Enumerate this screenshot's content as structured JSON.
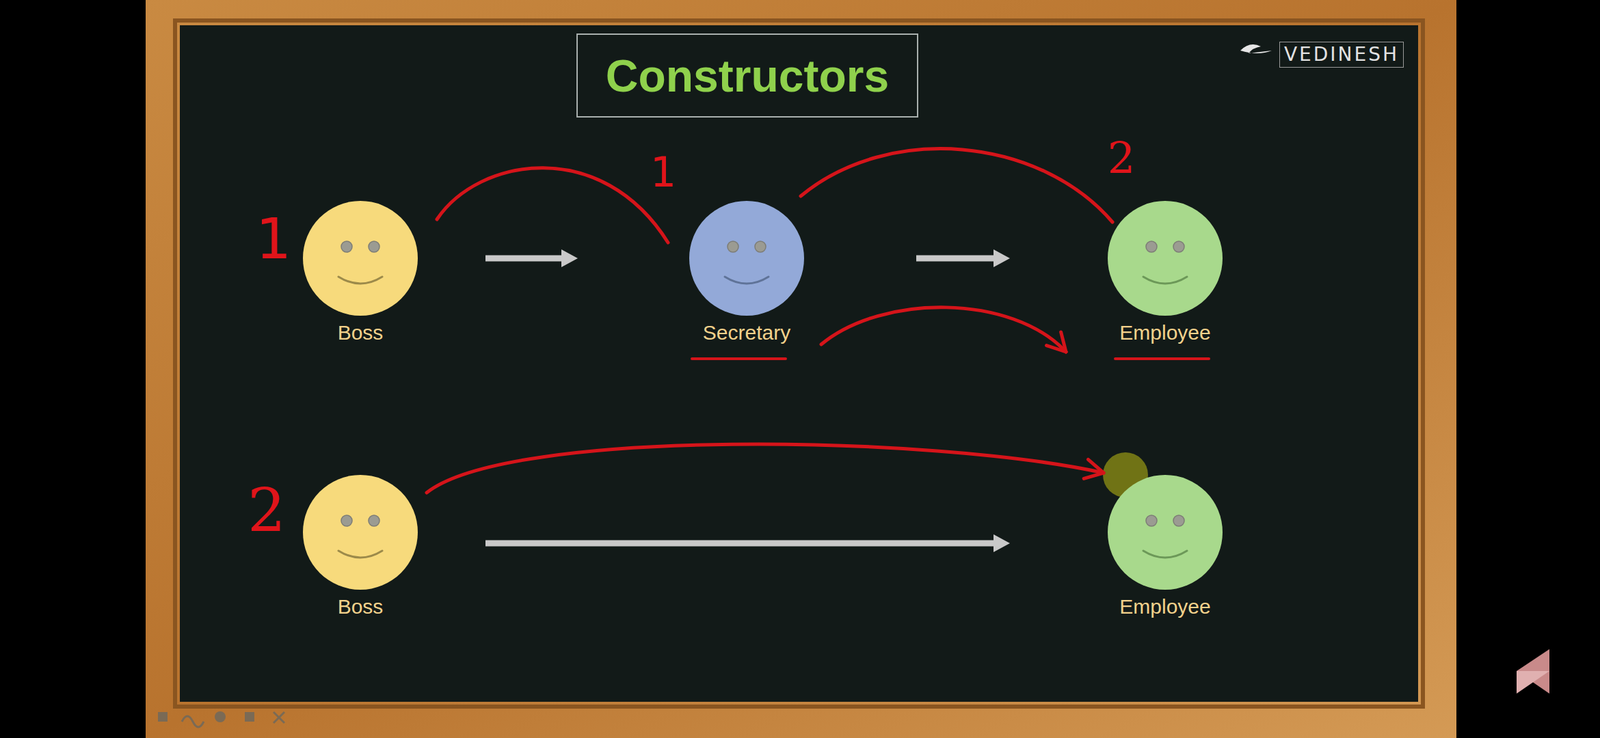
{
  "diagram": {
    "title": "Constructors",
    "nodes": [
      {
        "text": [
          "Boss"
        ]
      },
      {
        "text": [
          "Secretary"
        ]
      },
      {
        "text": [
          "Employee"
        ]
      },
      {
        "text": [
          "Boss"
        ]
      },
      {
        "text": [
          "Employee"
        ]
      }
    ],
    "edges": [
      {
        "from": 0,
        "to": 1,
        "arrow": "to"
      },
      {
        "from": 1,
        "to": 2,
        "arrow": "to"
      },
      {
        "from": 3,
        "to": 4,
        "arrow": "to"
      },
      {
        "from": 0,
        "to": 1,
        "arrow": "none"
      },
      {
        "from": 1,
        "to": 2,
        "arrow": "none"
      },
      {
        "from": 1,
        "to": 2,
        "arrow": "to"
      },
      {
        "from": 3,
        "to": 4,
        "arrow": "to"
      }
    ],
    "labels": [
      "1",
      "1",
      "2",
      "2",
      "VEDINESH"
    ]
  }
}
